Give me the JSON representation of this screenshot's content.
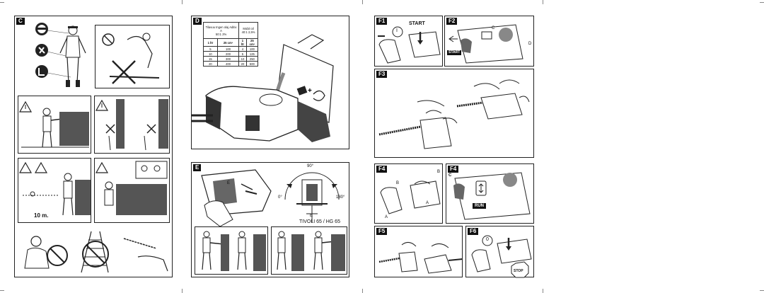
{
  "sections": {
    "c": {
      "label": "C"
    },
    "d": {
      "label": "D"
    },
    "e": {
      "label": "E"
    },
    "f1": {
      "label": "F1"
    },
    "f2": {
      "label": "F2"
    },
    "f3": {
      "label": "F3"
    },
    "f4a": {
      "label": "F4"
    },
    "f4b": {
      "label": "F4"
    },
    "f5": {
      "label": "F5"
    },
    "f6": {
      "label": "F6"
    }
  },
  "c_panel": {
    "distance": "10 m."
  },
  "d_panel": {
    "table": {
      "header_left": "Tilavuu Ingen olaj Aditiv A",
      "header_left_pct": "50:1",
      "header_left_pct2": "2%",
      "header_right": "Mobil oil",
      "header_right_pct": "40:1",
      "header_right_pct2": "2,5%",
      "col_heads": [
        "1 ltr",
        "25 cm³",
        "1 ltr",
        "25 cm³"
      ],
      "rows": [
        [
          "5",
          "100",
          "4",
          "100"
        ],
        [
          "10",
          "200",
          "5",
          "125"
        ],
        [
          "15",
          "300",
          "10",
          "250"
        ],
        [
          "20",
          "400",
          "20",
          "500"
        ]
      ]
    }
  },
  "e_panel": {
    "angle_top": "90°",
    "angle_left": "0°",
    "angle_right": "180°",
    "label_e1": "E",
    "label_e2": "E",
    "model": "TIVOLI 65 / HG 65"
  },
  "f1_panel": {
    "start": "START",
    "symbol": "I"
  },
  "f2_panel": {
    "start": "START",
    "c": "C",
    "d": "D"
  },
  "f4a_panel": {
    "b1": "B",
    "b2": "B",
    "a1": "A",
    "a2": "A"
  },
  "f4b_panel": {
    "c": "C",
    "run": "RUN"
  },
  "f6_panel": {
    "symbol": "0",
    "stop": "STOP"
  }
}
